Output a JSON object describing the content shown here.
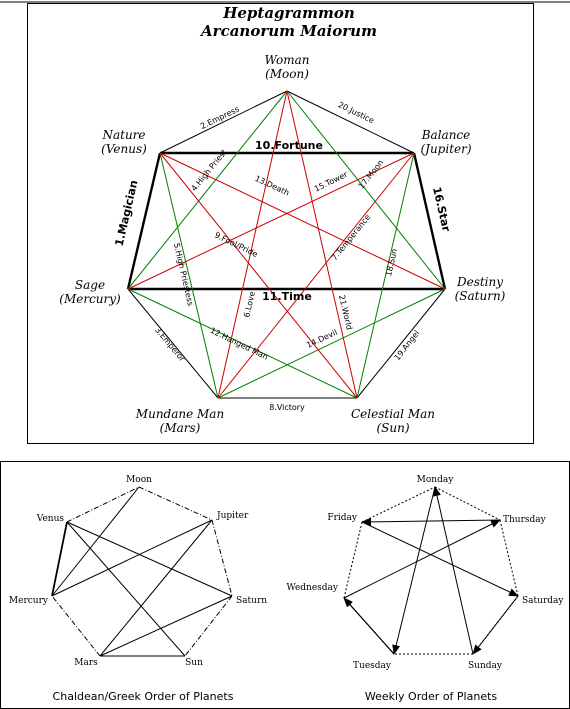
{
  "top": {
    "title1": "Heptagrammon",
    "title2": "Arcanorum Maiorum",
    "nodes": [
      {
        "l1": "Woman",
        "l2": "(Moon)"
      },
      {
        "l1": "Balance",
        "l2": "(Jupiter)"
      },
      {
        "l1": "Destiny",
        "l2": "(Saturn)"
      },
      {
        "l1": "Celestial Man",
        "l2": "(Sun)"
      },
      {
        "l1": "Mundane Man",
        "l2": "(Mars)"
      },
      {
        "l1": "Sage",
        "l2": "(Mercury)"
      },
      {
        "l1": "Nature",
        "l2": "(Venus)"
      }
    ],
    "edge_labels": {
      "empress": "2.Empress",
      "justice": "20.Justice",
      "emperor": "3.Emperor",
      "angel": "19.Angel",
      "victory": "8.Victory",
      "high_priest": "4.High Priest",
      "death": "13.Death",
      "tower": "15.Tower",
      "moon": "17.Moon",
      "temperance": "7.Temperance",
      "sun": "18.Sun",
      "fool": "9.Fool/Pride",
      "high_priestess": "5.High Priestess",
      "love": "6.Love",
      "world": "21.World",
      "hanged_man": "12.Hanged Man",
      "devil": "14.Devil"
    },
    "bold_labels": {
      "fortune": "10.Fortune",
      "time": "11.Time",
      "magician": "1.Magician",
      "star": "16.Star"
    },
    "colors": {
      "green": "#008000",
      "red": "#cc0000",
      "black": "#000000"
    }
  },
  "bottom_left": {
    "caption": "Chaldean/Greek Order of Planets",
    "nodes": [
      "Moon",
      "Jupiter",
      "Saturn",
      "Sun",
      "Mars",
      "Mercury",
      "Venus"
    ]
  },
  "bottom_right": {
    "caption": "Weekly Order of Planets",
    "nodes": [
      "Monday",
      "Thursday",
      "Saturday",
      "Sunday",
      "Tuesday",
      "Wednesday",
      "Friday"
    ]
  }
}
